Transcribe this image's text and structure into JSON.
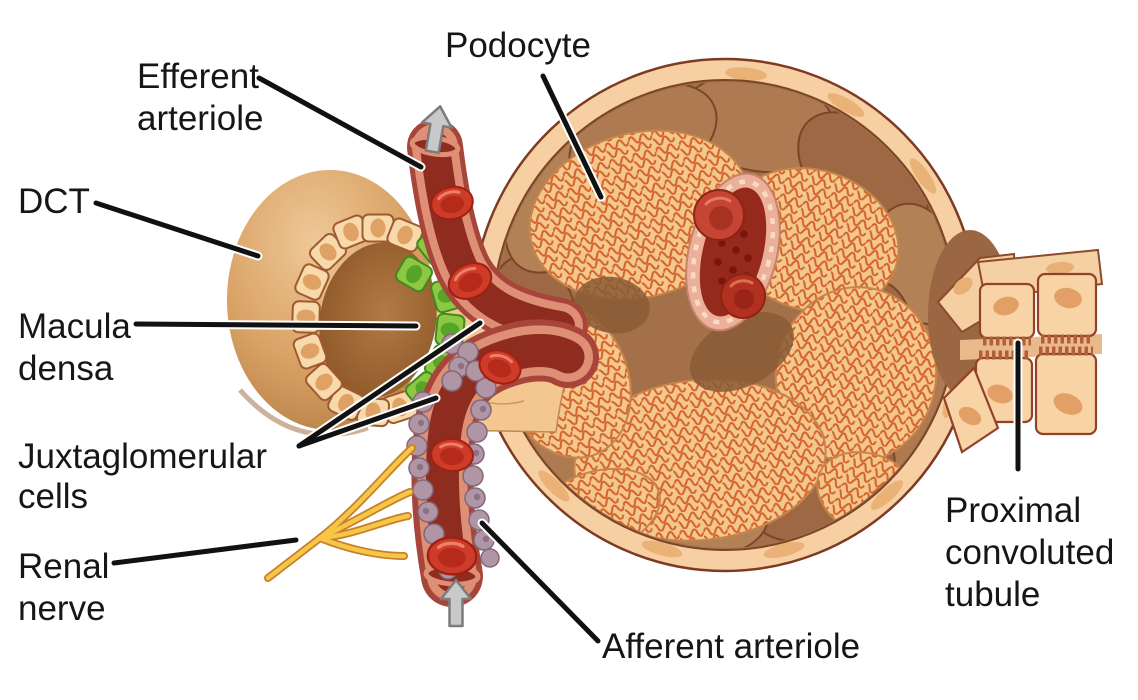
{
  "labels": {
    "podocyte": {
      "text": "Podocyte"
    },
    "efferent_arteriole": {
      "line1": "Efferent",
      "line2": "arteriole"
    },
    "dct": {
      "text": "DCT"
    },
    "macula_densa": {
      "line1": "Macula",
      "line2": "densa"
    },
    "juxtaglomerular_cells": {
      "line1": "Juxtaglomerular",
      "line2": "cells"
    },
    "renal_nerve": {
      "line1": "Renal",
      "line2": "nerve"
    },
    "afferent_arteriole": {
      "text": "Afferent arteriole"
    },
    "proximal_convoluted_tubule": {
      "line1": "Proximal",
      "line2": "convoluted",
      "line3": "tubule"
    }
  },
  "icons": {
    "flow_arrow_top": "arrow-up",
    "flow_arrow_bottom": "arrow-up"
  },
  "colors": {
    "background": "#FFFFFF",
    "label_text": "#161616",
    "leader_line": "#111111",
    "leader_halo": "#FFFFFF",
    "capsule_cream": "#F6D0A2",
    "capsule_nucleus": "#EBB277",
    "capsule_brown": "#A37049",
    "capsule_scale_edge": "#7C4527",
    "tuft_tan": "#F3C88E",
    "capillary_squiggle": "#D5622B",
    "vessel_rim_pink": "#ECAF9A",
    "vessel_lumen_dark": "#95291B",
    "rbc_red": "#CF3B29",
    "arteriole_outer": "#A8453A",
    "arteriole_wall": "#DE8F75",
    "arteriole_lumen": "#8E2D1F",
    "macula_densa_green": "#8CC843",
    "macula_densa_nucleus": "#58A428",
    "jg_cell_mauve": "#B096A5",
    "jg_cell_outline": "#84687A",
    "nerve_yellow": "#F5C648",
    "nerve_outline": "#C87F28",
    "arrow_gray": "#C9C9C9",
    "arrow_outline": "#7C7C7C",
    "dct_sphere_tan": "#D9A265",
    "dct_cell_peach": "#F7D9AC",
    "dct_lumen_brown": "#9A6236",
    "pct_cell_peach": "#F8D3A6",
    "cell_nucleus_tan": "#E2A066",
    "pole_tissue": "#F3C78F"
  }
}
